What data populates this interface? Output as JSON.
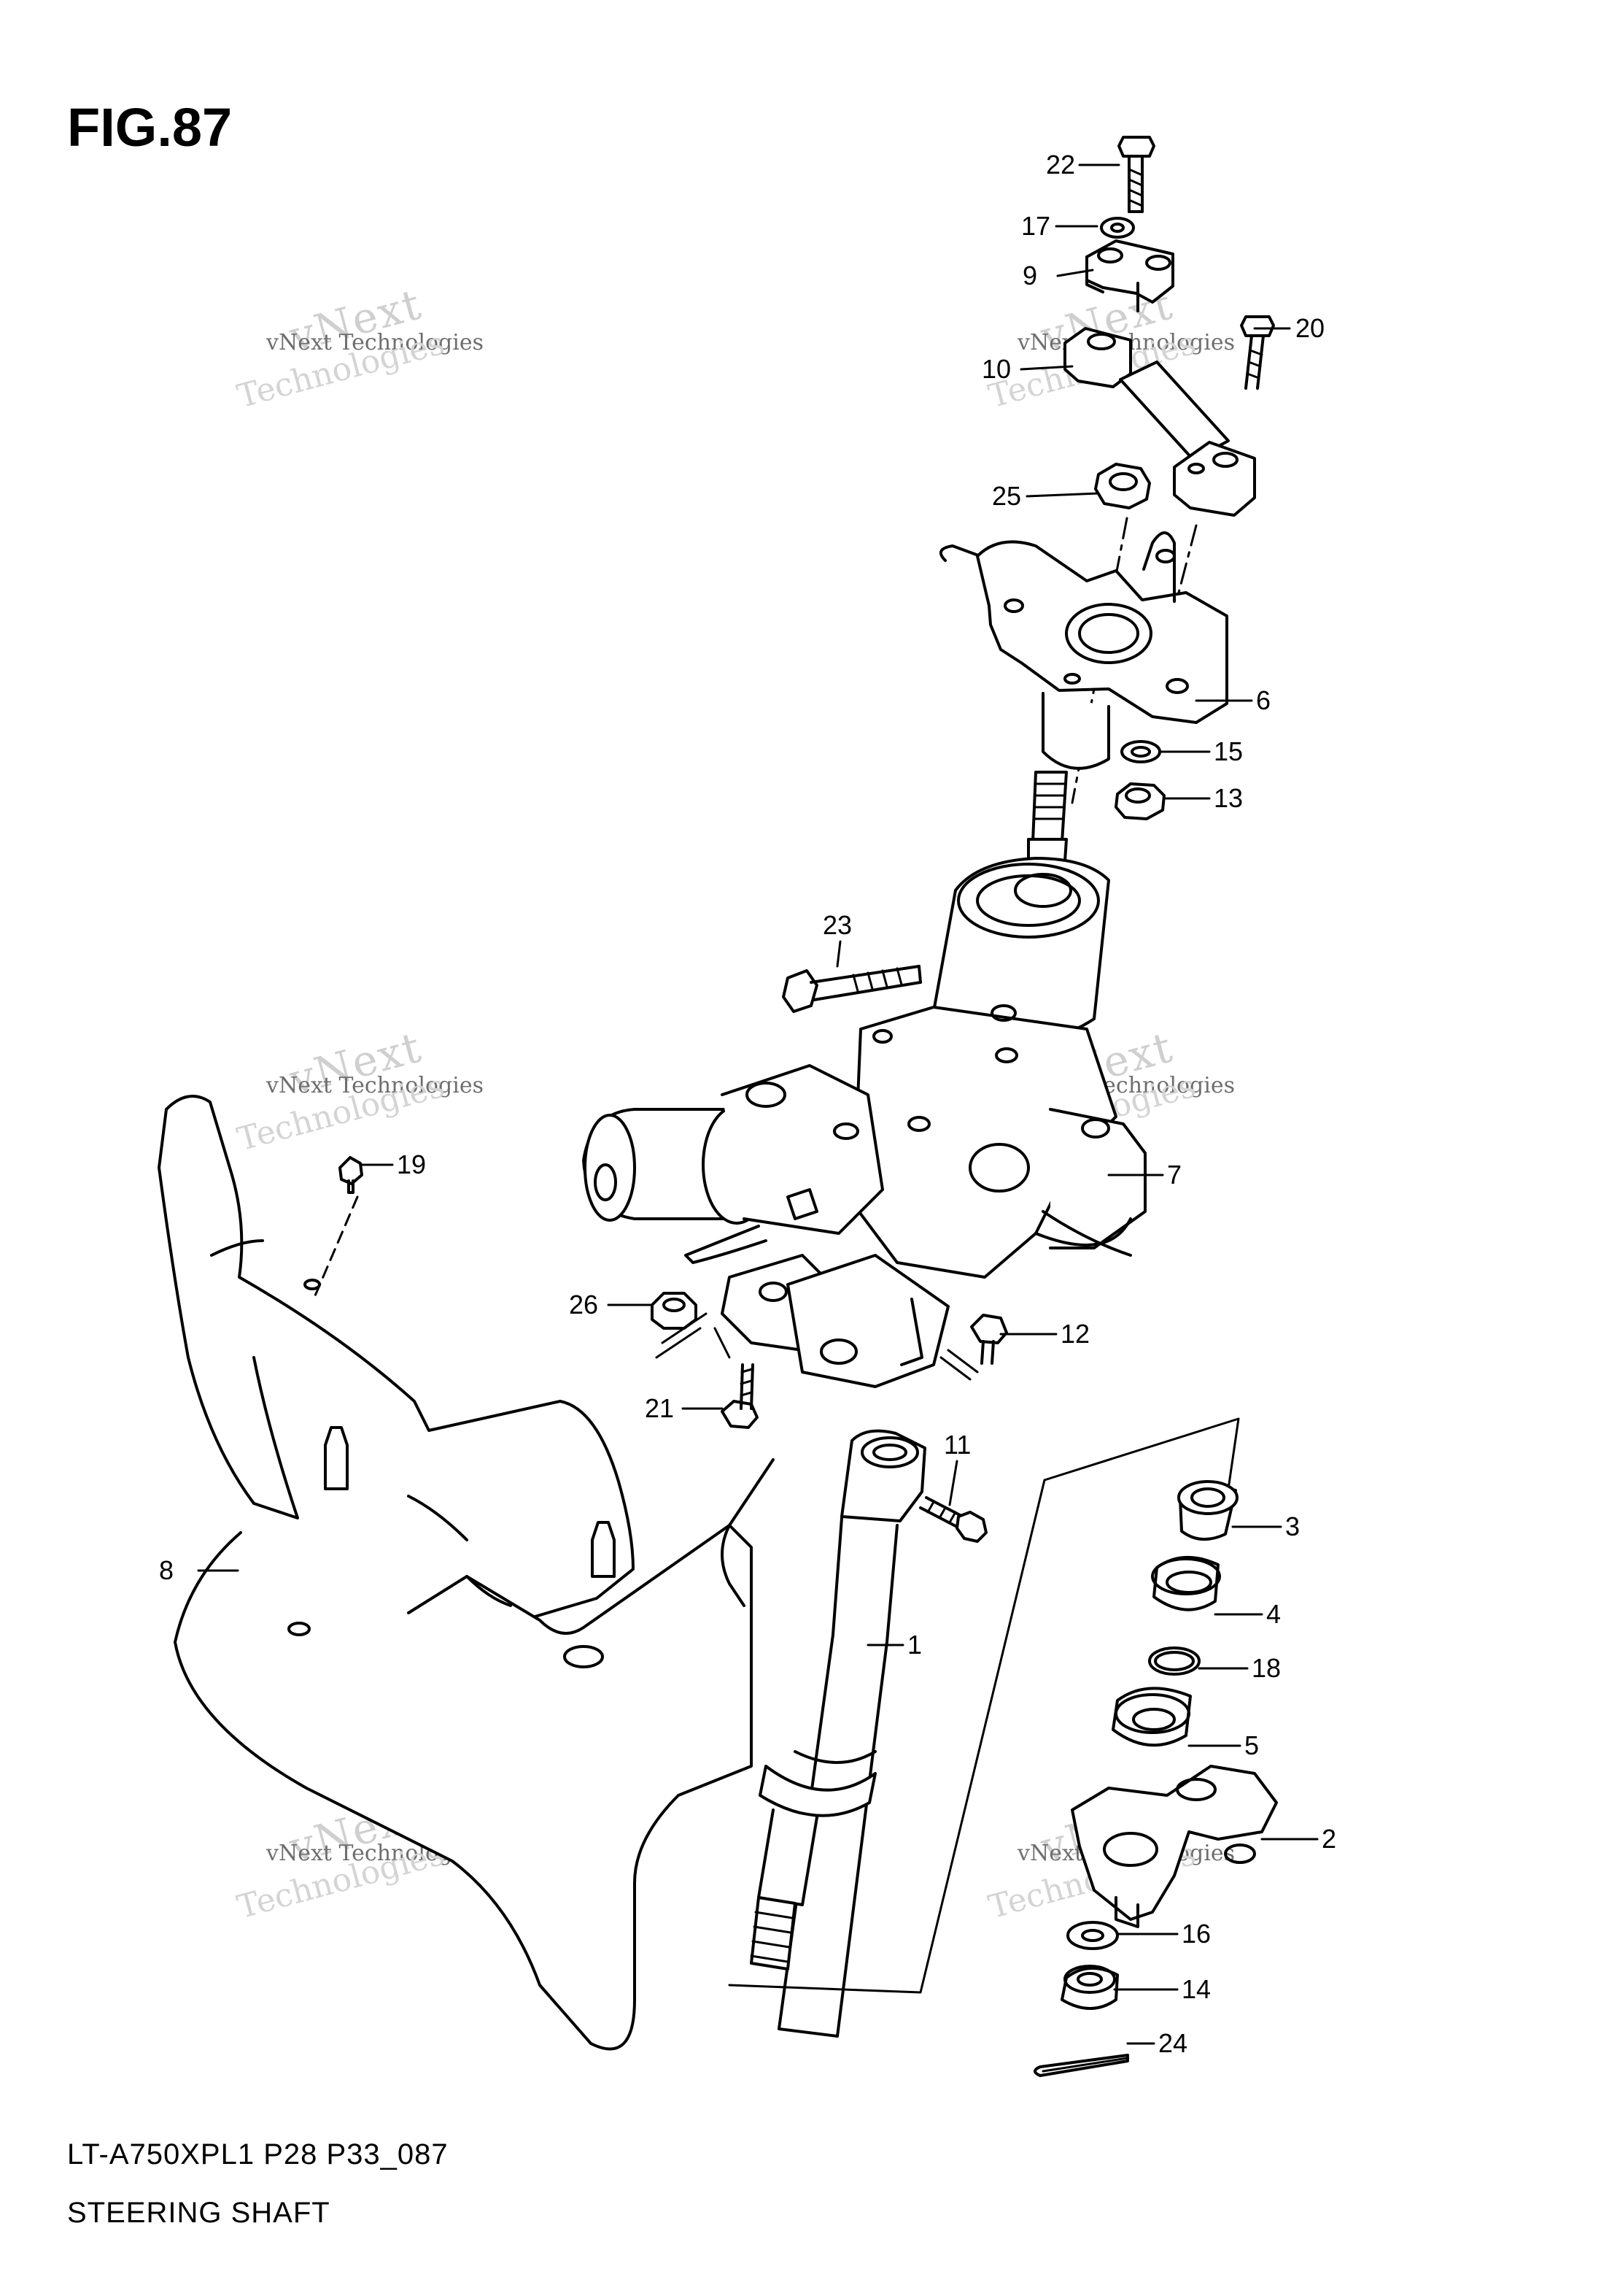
{
  "figure": {
    "title": "FIG.87"
  },
  "footer": {
    "model_code": "LT-A750XPL1 P28 P33_087",
    "section_name": "STEERING SHAFT"
  },
  "watermark": {
    "line1": "vNext Technologies",
    "line2": "vNext",
    "line3": "Technologies"
  },
  "callouts": {
    "c1": "1",
    "c2": "2",
    "c3": "3",
    "c4": "4",
    "c5": "5",
    "c6": "6",
    "c7": "7",
    "c8": "8",
    "c9": "9",
    "c10": "10",
    "c11": "11",
    "c12": "12",
    "c13": "13",
    "c14": "14",
    "c15": "15",
    "c16": "16",
    "c17": "17",
    "c18": "18",
    "c19": "19",
    "c20": "20",
    "c21": "21",
    "c22": "22",
    "c23": "23",
    "c24": "24",
    "c25": "25",
    "c26": "26"
  }
}
